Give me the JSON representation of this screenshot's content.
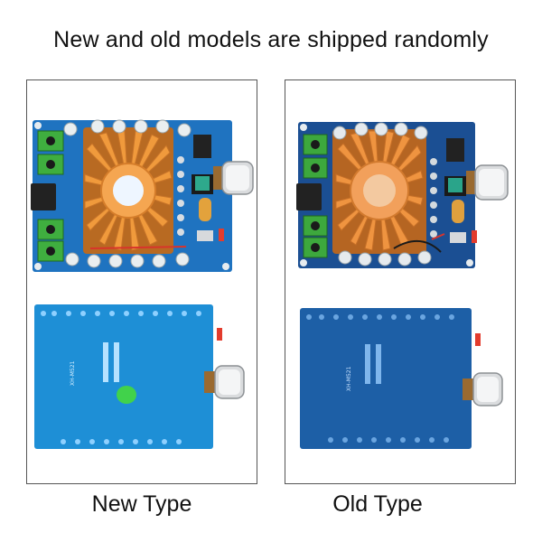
{
  "headline": "New and old models are shipped randomly",
  "captions": {
    "new": "New Type",
    "old": "Old Type"
  },
  "boards": {
    "new": {
      "board_color": "#1f73c0",
      "back_color": "#1e8fd6",
      "heatsink_color": "#f09a3c",
      "fan_hub_color": "#eef6ff",
      "back_silk_text": "XH-M521"
    },
    "old": {
      "board_color": "#1b4f93",
      "back_color": "#1d5fa6",
      "heatsink_color": "#ef9440",
      "fan_hub_color": "#f3c9a0",
      "back_silk_text": "XH-M521"
    }
  }
}
